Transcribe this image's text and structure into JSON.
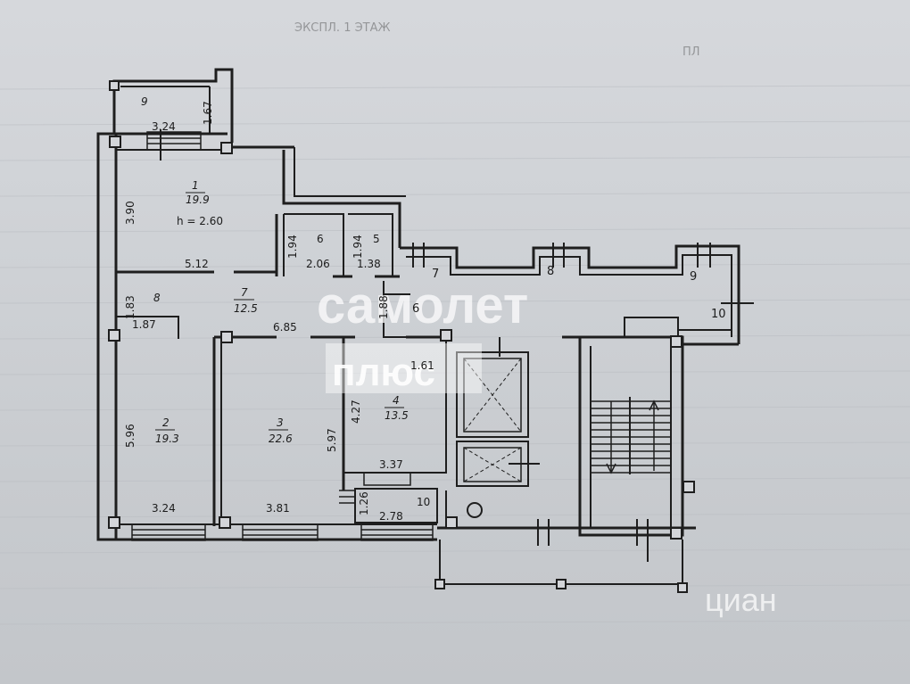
{
  "header_fragment": {
    "text": "ЭКСПЛ. 1 ЭТАЖ",
    "sub": "ПЛ"
  },
  "rooms": [
    {
      "id": "room-1",
      "number": "1",
      "area": "19.9",
      "height": "h = 2.60"
    },
    {
      "id": "room-2",
      "number": "2",
      "area": "19.3"
    },
    {
      "id": "room-3",
      "number": "3",
      "area": "22.6"
    },
    {
      "id": "room-4",
      "number": "4",
      "area": "13.5"
    },
    {
      "id": "room-5",
      "number": "5"
    },
    {
      "id": "room-6",
      "number": "6"
    },
    {
      "id": "room-7",
      "number": "7",
      "area": "12.5"
    },
    {
      "id": "room-8",
      "number": "8"
    },
    {
      "id": "room-9",
      "number": "9"
    },
    {
      "id": "room-10",
      "number": "10"
    },
    {
      "id": "corridor-6",
      "number": "6"
    },
    {
      "id": "corridor-7",
      "number": "7"
    },
    {
      "id": "corridor-8",
      "number": "8"
    },
    {
      "id": "corridor-9",
      "number": "9"
    },
    {
      "id": "corridor-10",
      "number": "10"
    }
  ],
  "dimensions": {
    "d_3_24_top": "3.24",
    "d_1_67": "1.67",
    "d_3_90": "3.90",
    "d_5_12": "5.12",
    "d_1_94_a": "1.94",
    "d_2_06": "2.06",
    "d_1_94_b": "1.94",
    "d_1_38": "1.38",
    "d_1_83": "1.83",
    "d_1_87": "1.87",
    "d_6_85": "6.85",
    "d_1_88": "1.88",
    "d_1_61": "1.61",
    "d_5_96": "5.96",
    "d_5_97": "5.97",
    "d_4_27": "4.27",
    "d_3_37": "3.37",
    "d_1_26": "1.26",
    "d_2_78": "2.78",
    "d_3_24_bottom": "3.24",
    "d_3_81": "3.81"
  },
  "watermark": {
    "brand": "самолет",
    "sub": "плюс",
    "corner": "циан"
  }
}
